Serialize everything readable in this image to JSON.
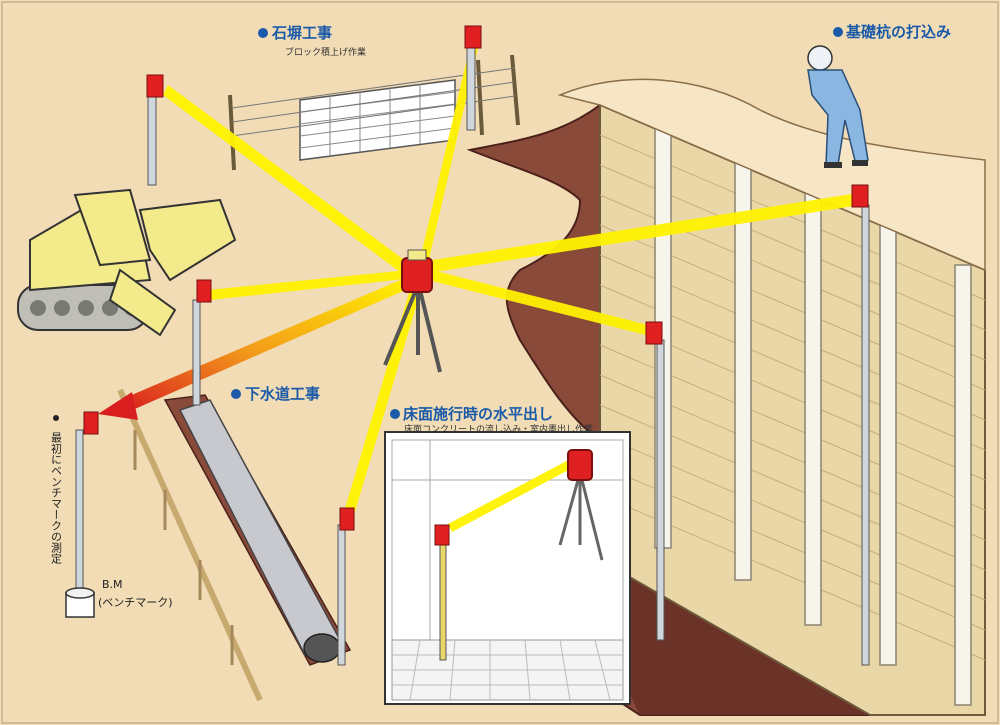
{
  "labels": {
    "stone_wall": "石塀工事",
    "stone_wall_sub": "ブロック積上げ作業",
    "foundation": "基礎杭の打込み",
    "sewer": "下水道工事",
    "floor": "床面施行時の水平出し",
    "floor_sub": "床面コンクリートの流し込み・室内墨出し作業",
    "benchmark_vertical": "最初にベンチマークの測定",
    "bm_line1": "B.M",
    "bm_line2": "(ベンチマーク)"
  },
  "colors": {
    "ground": "#f1dcb5",
    "soil": "#8a4a3a",
    "soil_dark": "#5e2b22",
    "laser": "#fff200",
    "laser_red": "#e02020",
    "machine": "#f3ea8c",
    "label_blue": "#1a5aa8",
    "wall_board": "#ead7a8",
    "staff": "#cfd6dc"
  }
}
